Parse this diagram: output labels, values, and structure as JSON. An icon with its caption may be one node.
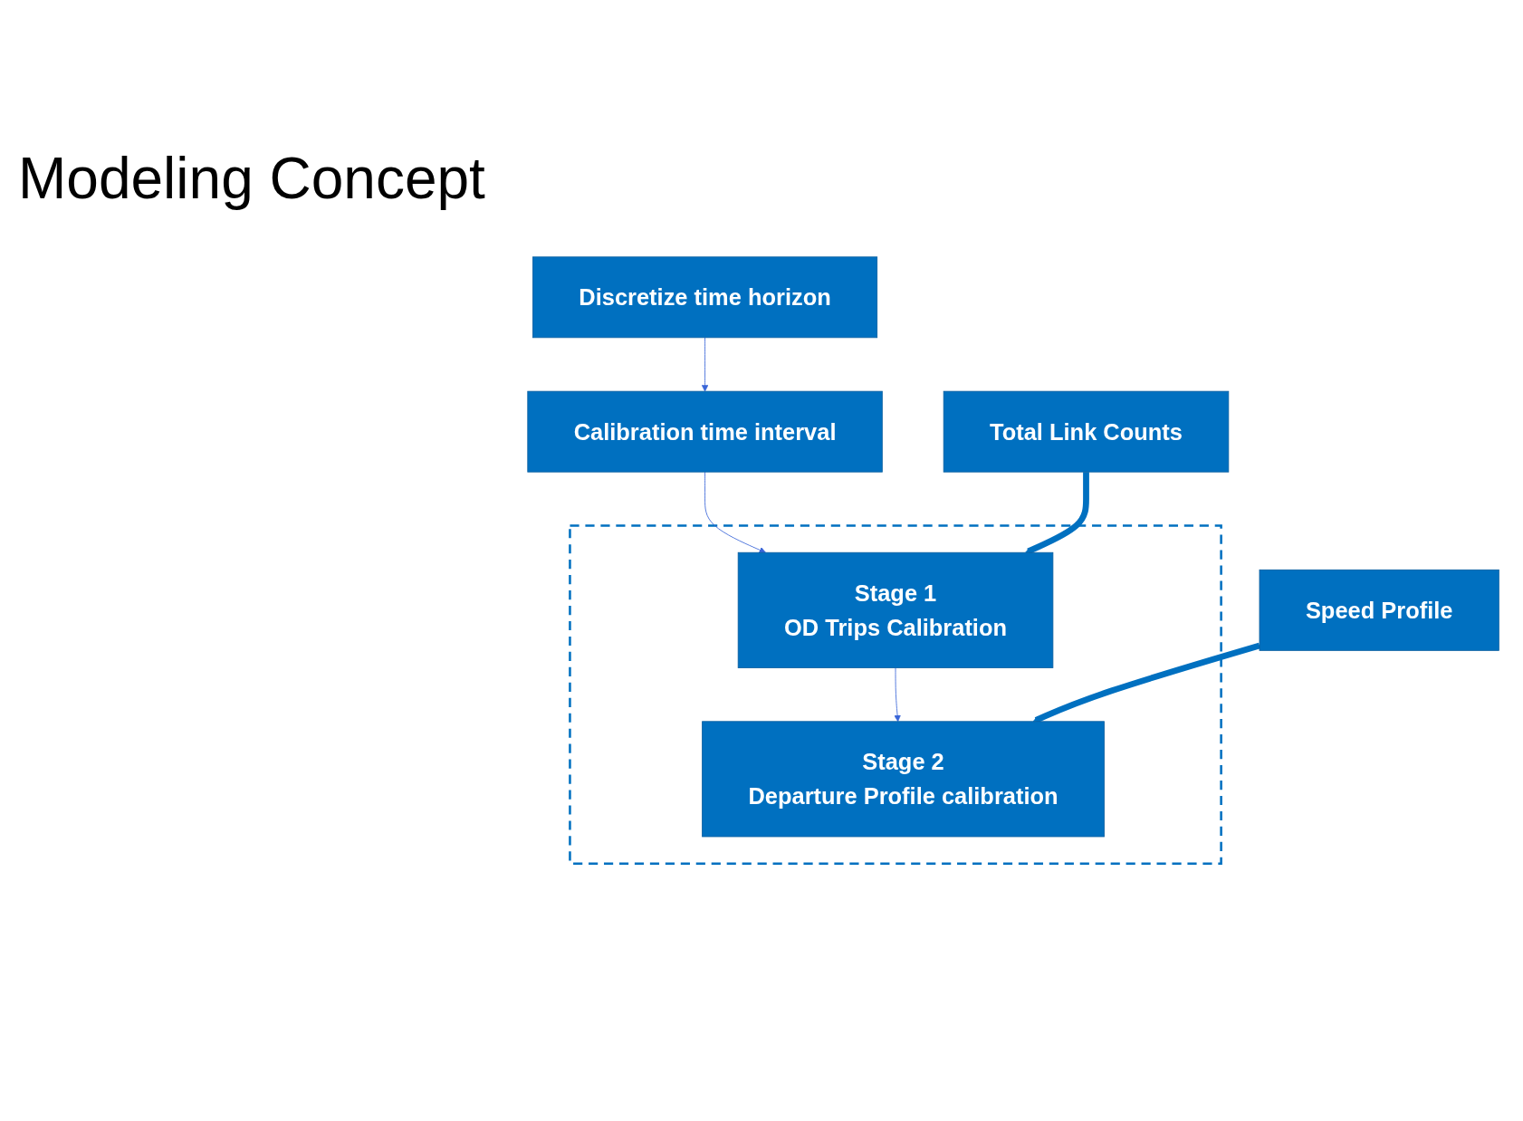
{
  "diagram": {
    "title": "Modeling Concept",
    "nodes": [
      {
        "text": [
          "Discretize time horizon"
        ]
      },
      {
        "text": [
          "Calibration time interval"
        ]
      },
      {
        "text": [],
        "shape": "box"
      },
      {
        "text": [
          "Stage 1",
          "OD Trips Calibration"
        ],
        "in": 2
      },
      {
        "text": [
          "Stage 2",
          "Departure Profile calibration"
        ],
        "in": 2
      },
      {
        "text": [
          "Total Link Counts"
        ]
      },
      {
        "text": [
          "Speed Profile"
        ]
      }
    ],
    "edges": [
      {
        "from": 0,
        "to": 1,
        "arrow": "to"
      },
      {
        "from": 1,
        "to": 3,
        "arrow": "to"
      },
      {
        "from": 3,
        "to": 4,
        "arrow": "to"
      },
      {
        "from": 5,
        "to": 3,
        "arrow": "to",
        "style": "thick",
        "color": "#0070c0"
      },
      {
        "from": 6,
        "to": 4,
        "arrow": "to",
        "style": "thick",
        "color": "#0070c0"
      }
    ]
  }
}
